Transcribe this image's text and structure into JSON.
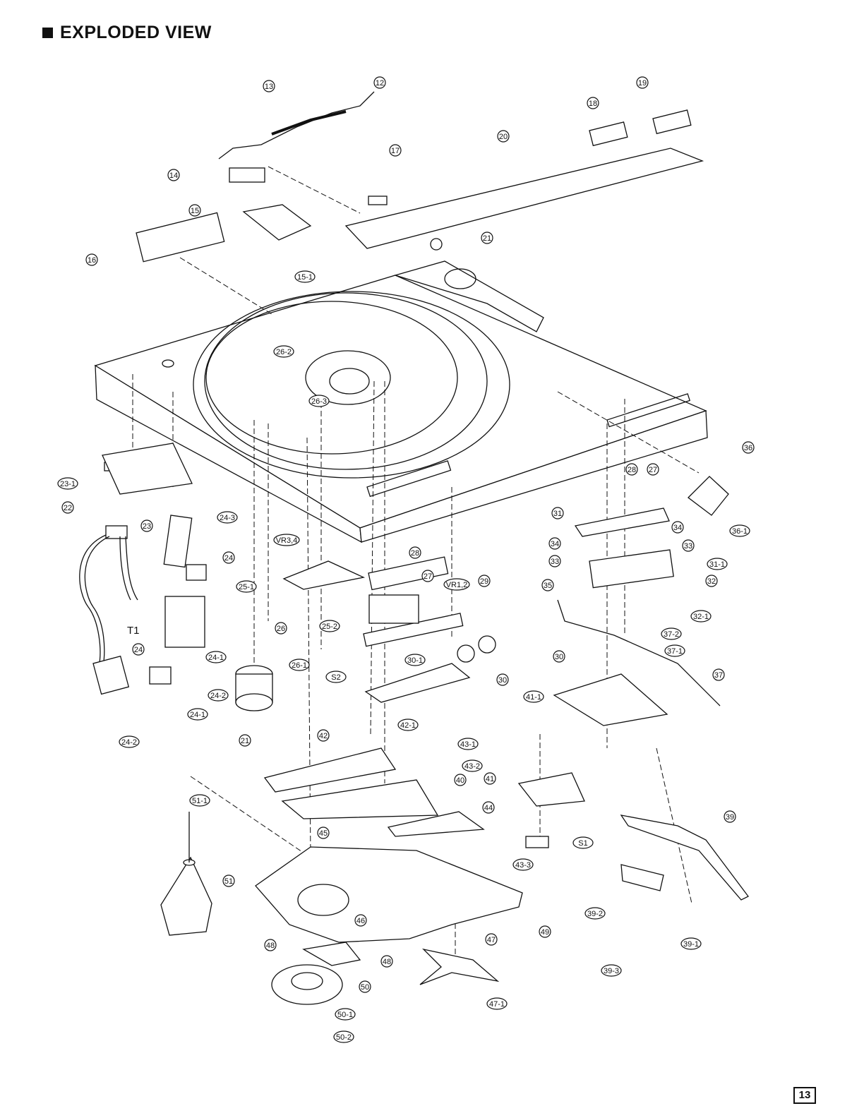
{
  "header": {
    "title": "EXPLODED VIEW"
  },
  "page_number": "13",
  "callouts": [
    "13",
    "12",
    "19",
    "18",
    "20",
    "17",
    "14",
    "15",
    "21",
    "16",
    "15-1",
    "26-2",
    "26-3",
    "23-1",
    "22",
    "23",
    "24-3",
    "VR3,4",
    "24",
    "25-1",
    "26",
    "T1",
    "24",
    "24-1",
    "25-2",
    "26-1",
    "24-2",
    "24-1",
    "24-2",
    "21",
    "28",
    "27",
    "VR1,2",
    "29",
    "30-1",
    "30",
    "S2",
    "36",
    "28",
    "27",
    "31",
    "34",
    "36-1",
    "34",
    "33",
    "31-1",
    "33",
    "35",
    "32",
    "32-1",
    "37-2",
    "37-1",
    "37",
    "30",
    "41-1",
    "42",
    "42-1",
    "43-1",
    "43-2",
    "40",
    "41",
    "44",
    "45",
    "51-1",
    "51",
    "43-3",
    "S1",
    "39",
    "46",
    "49",
    "39-2",
    "39-1",
    "47",
    "48",
    "48",
    "39-3",
    "50",
    "47-1",
    "50-1",
    "50-2"
  ]
}
